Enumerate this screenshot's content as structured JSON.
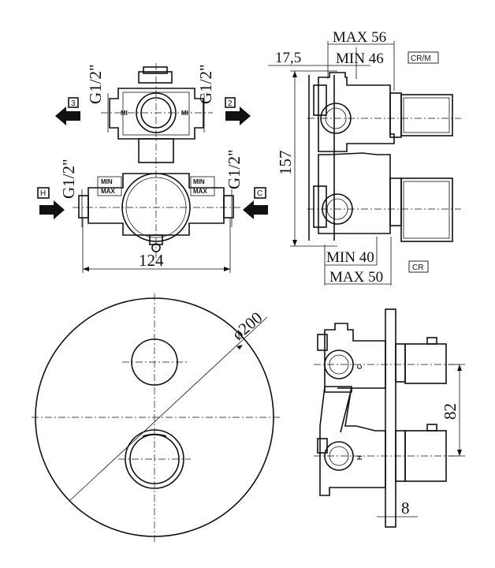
{
  "top_left_view": {
    "inlet_labels": {
      "left": "3",
      "right": "2",
      "hot": "H",
      "cold": "C"
    },
    "thread_labels": {
      "top_left": "G1/2\"",
      "top_right": "G1/2\"",
      "bottom_left": "G1/2\"",
      "bottom_right": "G1/2\""
    },
    "body_markings": {
      "min_left": "MIN",
      "max_left": "MAX",
      "min_right": "MIN",
      "max_right": "MAX",
      "mi_left": "MI",
      "mi_right": "MI"
    },
    "width_dim": "124"
  },
  "top_right_view": {
    "dims": {
      "max_top": "MAX 56",
      "offset": "17,5",
      "min_top": "MIN 46",
      "height": "157",
      "min_bottom": "MIN 40",
      "max_bottom": "MAX 50"
    },
    "box_labels": {
      "top": "CR/M",
      "bottom": "CR"
    }
  },
  "bottom_left_view": {
    "diameter_dim": "ø200"
  },
  "bottom_right_view": {
    "spacing_dim": "82",
    "plate_dim": "8",
    "letters": {
      "upper": "C",
      "lower": "H"
    }
  }
}
